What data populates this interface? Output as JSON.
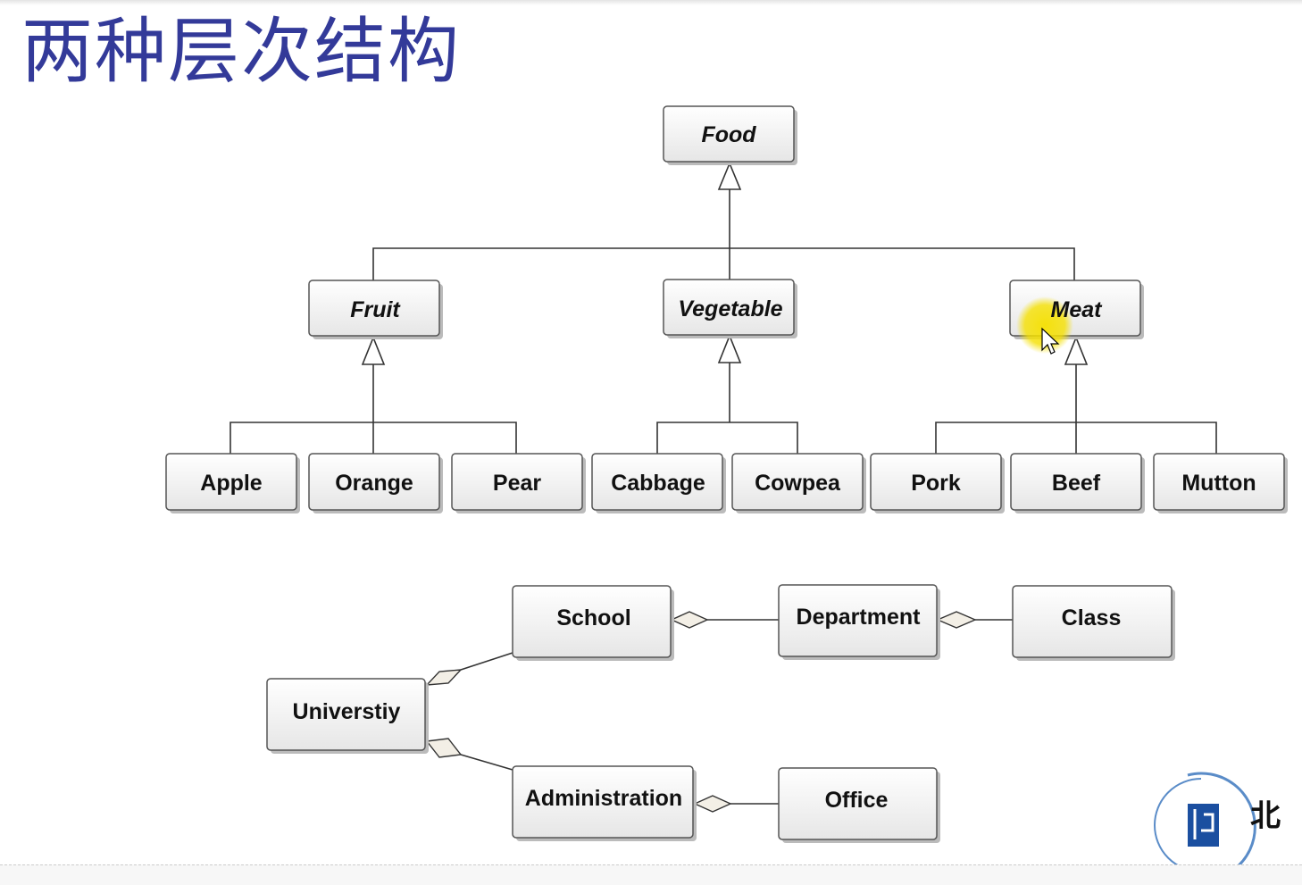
{
  "title": "两种层次结构",
  "generalization_diagram": {
    "root": "Food",
    "categories": [
      "Fruit",
      "Vegetable",
      "Meat"
    ],
    "leaves": {
      "fruit": [
        "Apple",
        "Orange",
        "Pear"
      ],
      "vegetable": [
        "Cabbage",
        "Cowpea"
      ],
      "meat": [
        "Pork",
        "Beef",
        "Mutton"
      ]
    }
  },
  "aggregation_diagram": {
    "university": "Universtiy",
    "school": "School",
    "department": "Department",
    "class": "Class",
    "administration": "Administration",
    "office": "Office"
  },
  "colors": {
    "title": "#333a99",
    "cursor_highlight": "#f5e000",
    "logo": "#1b4fa0"
  }
}
